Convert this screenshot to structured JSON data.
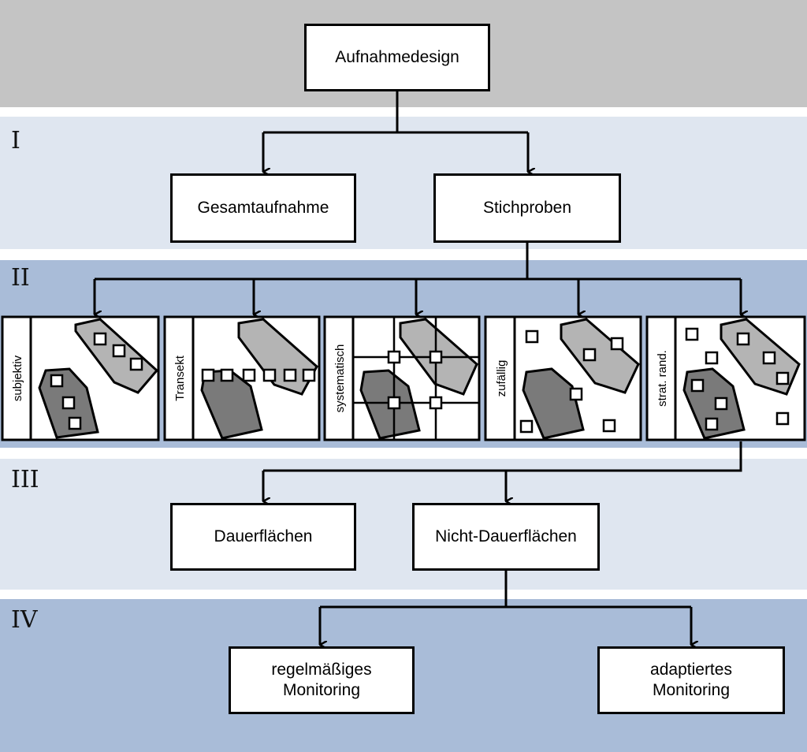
{
  "levels": {
    "level_1": "I",
    "level_2": "II",
    "level_3": "III",
    "level_4": "IV"
  },
  "nodes": {
    "root": "Aufnahmedesign",
    "full_survey": "Gesamtaufnahme",
    "samples": "Stichproben",
    "permanent_plots": "Dauerflächen",
    "non_permanent_plots": "Nicht-Dauerflächen",
    "regular_monitoring_line1": "regelmäßiges",
    "regular_monitoring_line2": "Monitoring",
    "adapted_monitoring_line1": "adaptiertes",
    "adapted_monitoring_line2": "Monitoring"
  },
  "sampling_panels": [
    {
      "label": "subjektiv"
    },
    {
      "label": "Transekt"
    },
    {
      "label": "systematisch"
    },
    {
      "label": "zufällig"
    },
    {
      "label": "strat. rand."
    }
  ],
  "colors": {
    "band_top": "#c4c4c4",
    "band_light": "#dfe6f0",
    "band_dark": "#a9bcd8",
    "polygon_dark": "#7a7a7a",
    "polygon_light": "#b4b4b4",
    "line": "#000000"
  }
}
